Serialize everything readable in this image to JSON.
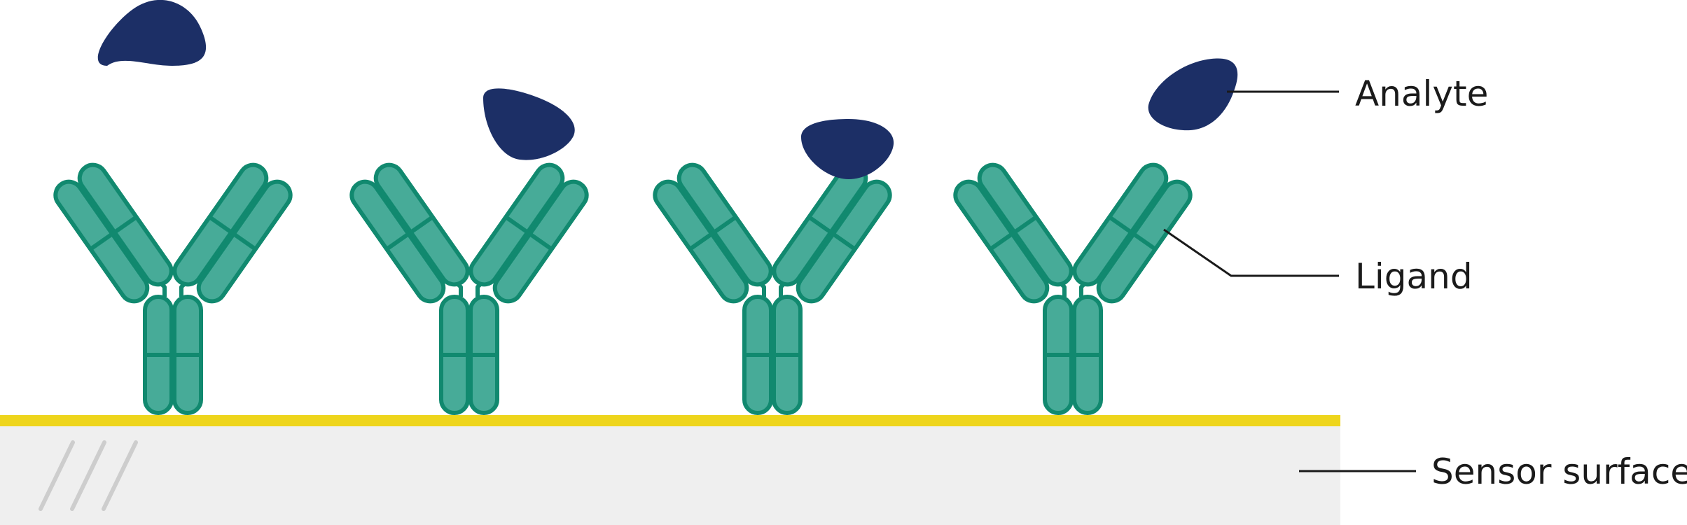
{
  "labels": {
    "analyte": "Analyte",
    "ligand": "Ligand",
    "sensor_surface": "Sensor surface"
  },
  "colors": {
    "analyte": "#1c2f66",
    "ligand_fill": "#47ab98",
    "ligand_stroke": "#11896f",
    "gold_layer": "#eed51c",
    "sensor": "#efefef",
    "hatch": "#cdcdcd",
    "leader_line": "#1a1a1a"
  },
  "icons": {
    "ligand": "antibody-y-shape",
    "analyte": "analyte-blob"
  },
  "counts": {
    "antibodies": 4,
    "analytes": 4
  }
}
